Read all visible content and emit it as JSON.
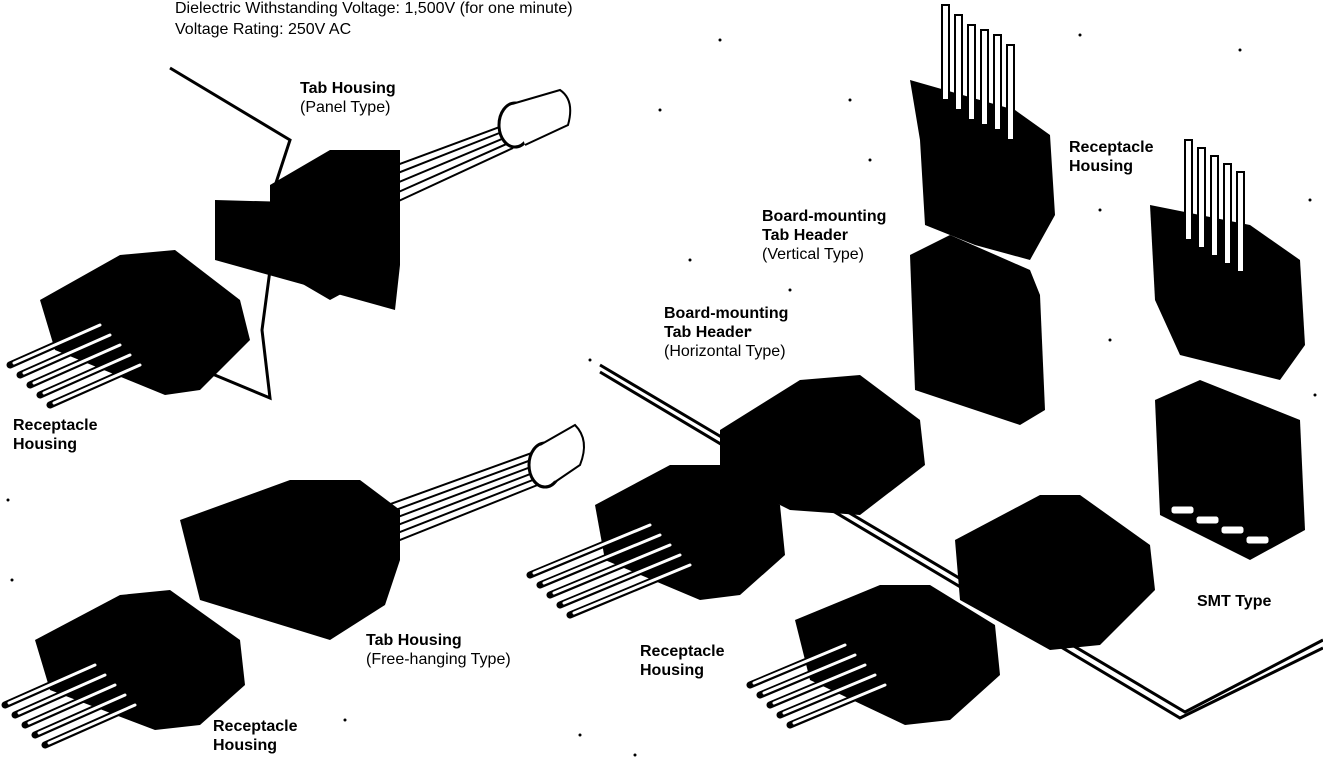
{
  "specs": {
    "dielectric": "Dielectric Withstanding Voltage: 1,500V (for one minute)",
    "voltage": "Voltage Rating: 250V AC"
  },
  "labels": {
    "tab_housing_panel": {
      "title": "Tab Housing",
      "sub": "(Panel Type)"
    },
    "receptacle_left_top": {
      "line1": "Receptacle",
      "line2": "Housing"
    },
    "tab_housing_free": {
      "title": "Tab Housing",
      "sub": "(Free-hanging Type)"
    },
    "receptacle_left_bottom": {
      "line1": "Receptacle",
      "line2": "Housing"
    },
    "board_tab_horizontal": {
      "line1": "Board-mounting",
      "line2": "Tab Header",
      "sub": "(Horizontal Type)"
    },
    "board_tab_vertical": {
      "line1": "Board-mounting",
      "line2": "Tab Header",
      "sub": "(Vertical Type)"
    },
    "receptacle_right_top": {
      "line1": "Receptacle",
      "line2": "Housing"
    },
    "receptacle_middle": {
      "line1": "Receptacle",
      "line2": "Housing"
    },
    "smt_type": {
      "title": "SMT Type"
    }
  },
  "colors": {
    "ink": "#000000",
    "paper": "#ffffff"
  }
}
